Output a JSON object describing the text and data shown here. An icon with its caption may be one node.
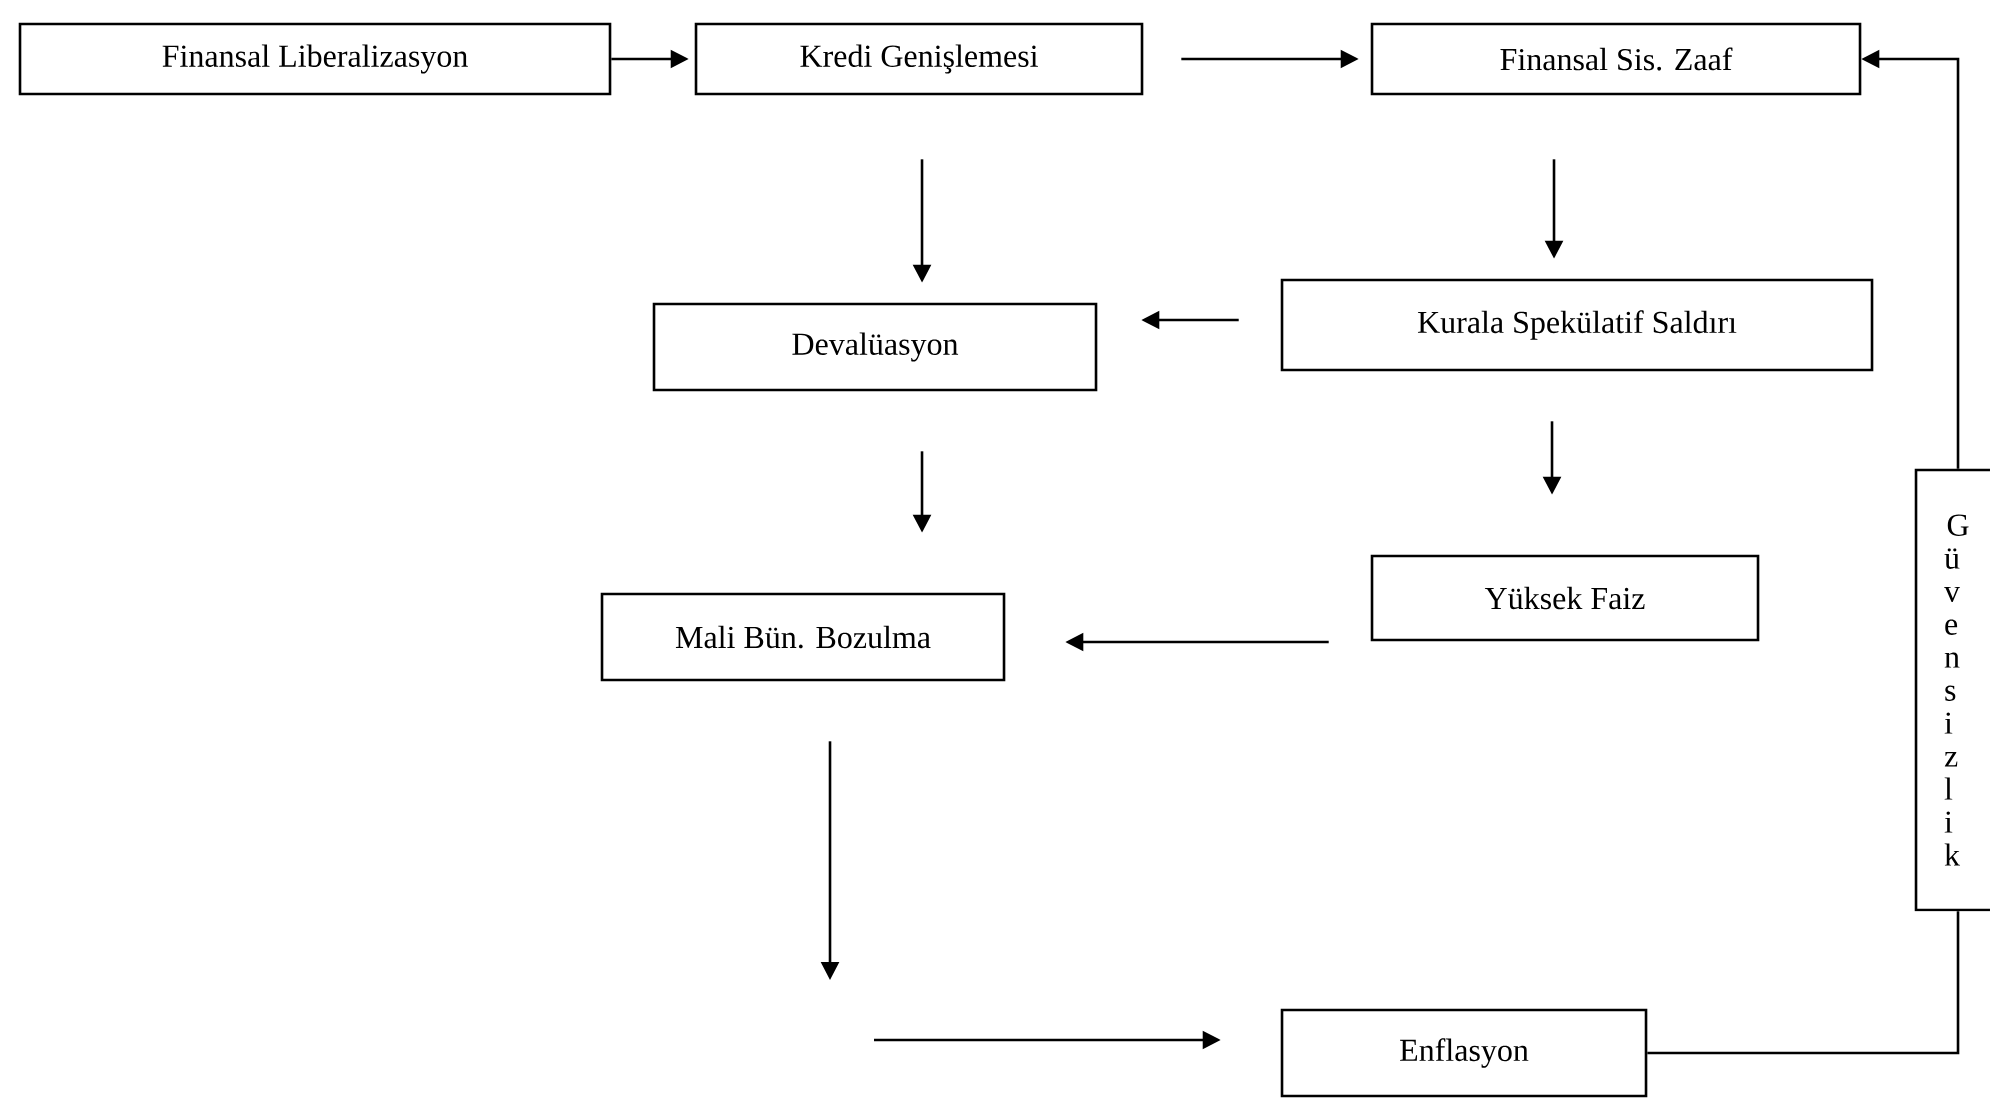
{
  "diagram": {
    "nodes": [
      {
        "text": [
          "Finansal Liberalizasyon"
        ]
      },
      {
        "text": [
          "Kredi Genişlemesi"
        ]
      },
      {
        "text": [
          "Finansal Sis. Zaaf"
        ]
      },
      {
        "text": [
          "Kurala Spekülatif Saldırı"
        ]
      },
      {
        "text": [
          "Devalüasyon"
        ]
      },
      {
        "text": [
          "Yüksek Faiz"
        ]
      },
      {
        "text": [
          "Mali Bün. Bozulma"
        ]
      },
      {
        "text": [
          "Enflasyon"
        ]
      },
      {
        "text": [
          "Güvensizlik"
        ]
      }
    ],
    "edges": [
      {
        "from": 0,
        "to": 1,
        "arrow": "to"
      },
      {
        "from": 1,
        "to": 2,
        "arrow": "to"
      },
      {
        "from": 1,
        "to": 4,
        "arrow": "to"
      },
      {
        "from": 2,
        "to": 3,
        "arrow": "to"
      },
      {
        "from": 3,
        "to": 4,
        "arrow": "to"
      },
      {
        "from": 3,
        "to": 5,
        "arrow": "to"
      },
      {
        "from": 4,
        "to": 6,
        "arrow": "to"
      },
      {
        "from": 5,
        "to": 6,
        "arrow": "to"
      },
      {
        "from": 6,
        "to": null,
        "arrow": "to"
      },
      {
        "from": null,
        "to": 7,
        "arrow": "to"
      },
      {
        "from": 7,
        "to": 8,
        "arrow": "none"
      },
      {
        "from": 8,
        "to": 2,
        "arrow": "to"
      }
    ]
  }
}
